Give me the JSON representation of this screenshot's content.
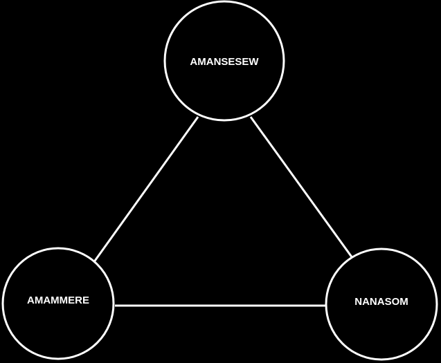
{
  "diagram": {
    "nodes": [
      {
        "id": "amansesew",
        "label": "AMANSESEW"
      },
      {
        "id": "amammere",
        "label": "AMAMMERE"
      },
      {
        "id": "nanasom",
        "label": "NANASOM"
      }
    ],
    "edges": [
      {
        "from": "amansesew",
        "to": "amammere"
      },
      {
        "from": "amansesew",
        "to": "nanasom"
      },
      {
        "from": "amammere",
        "to": "nanasom"
      }
    ],
    "colors": {
      "background": "#000000",
      "stroke": "#ffffff",
      "text": "#ffffff"
    }
  }
}
